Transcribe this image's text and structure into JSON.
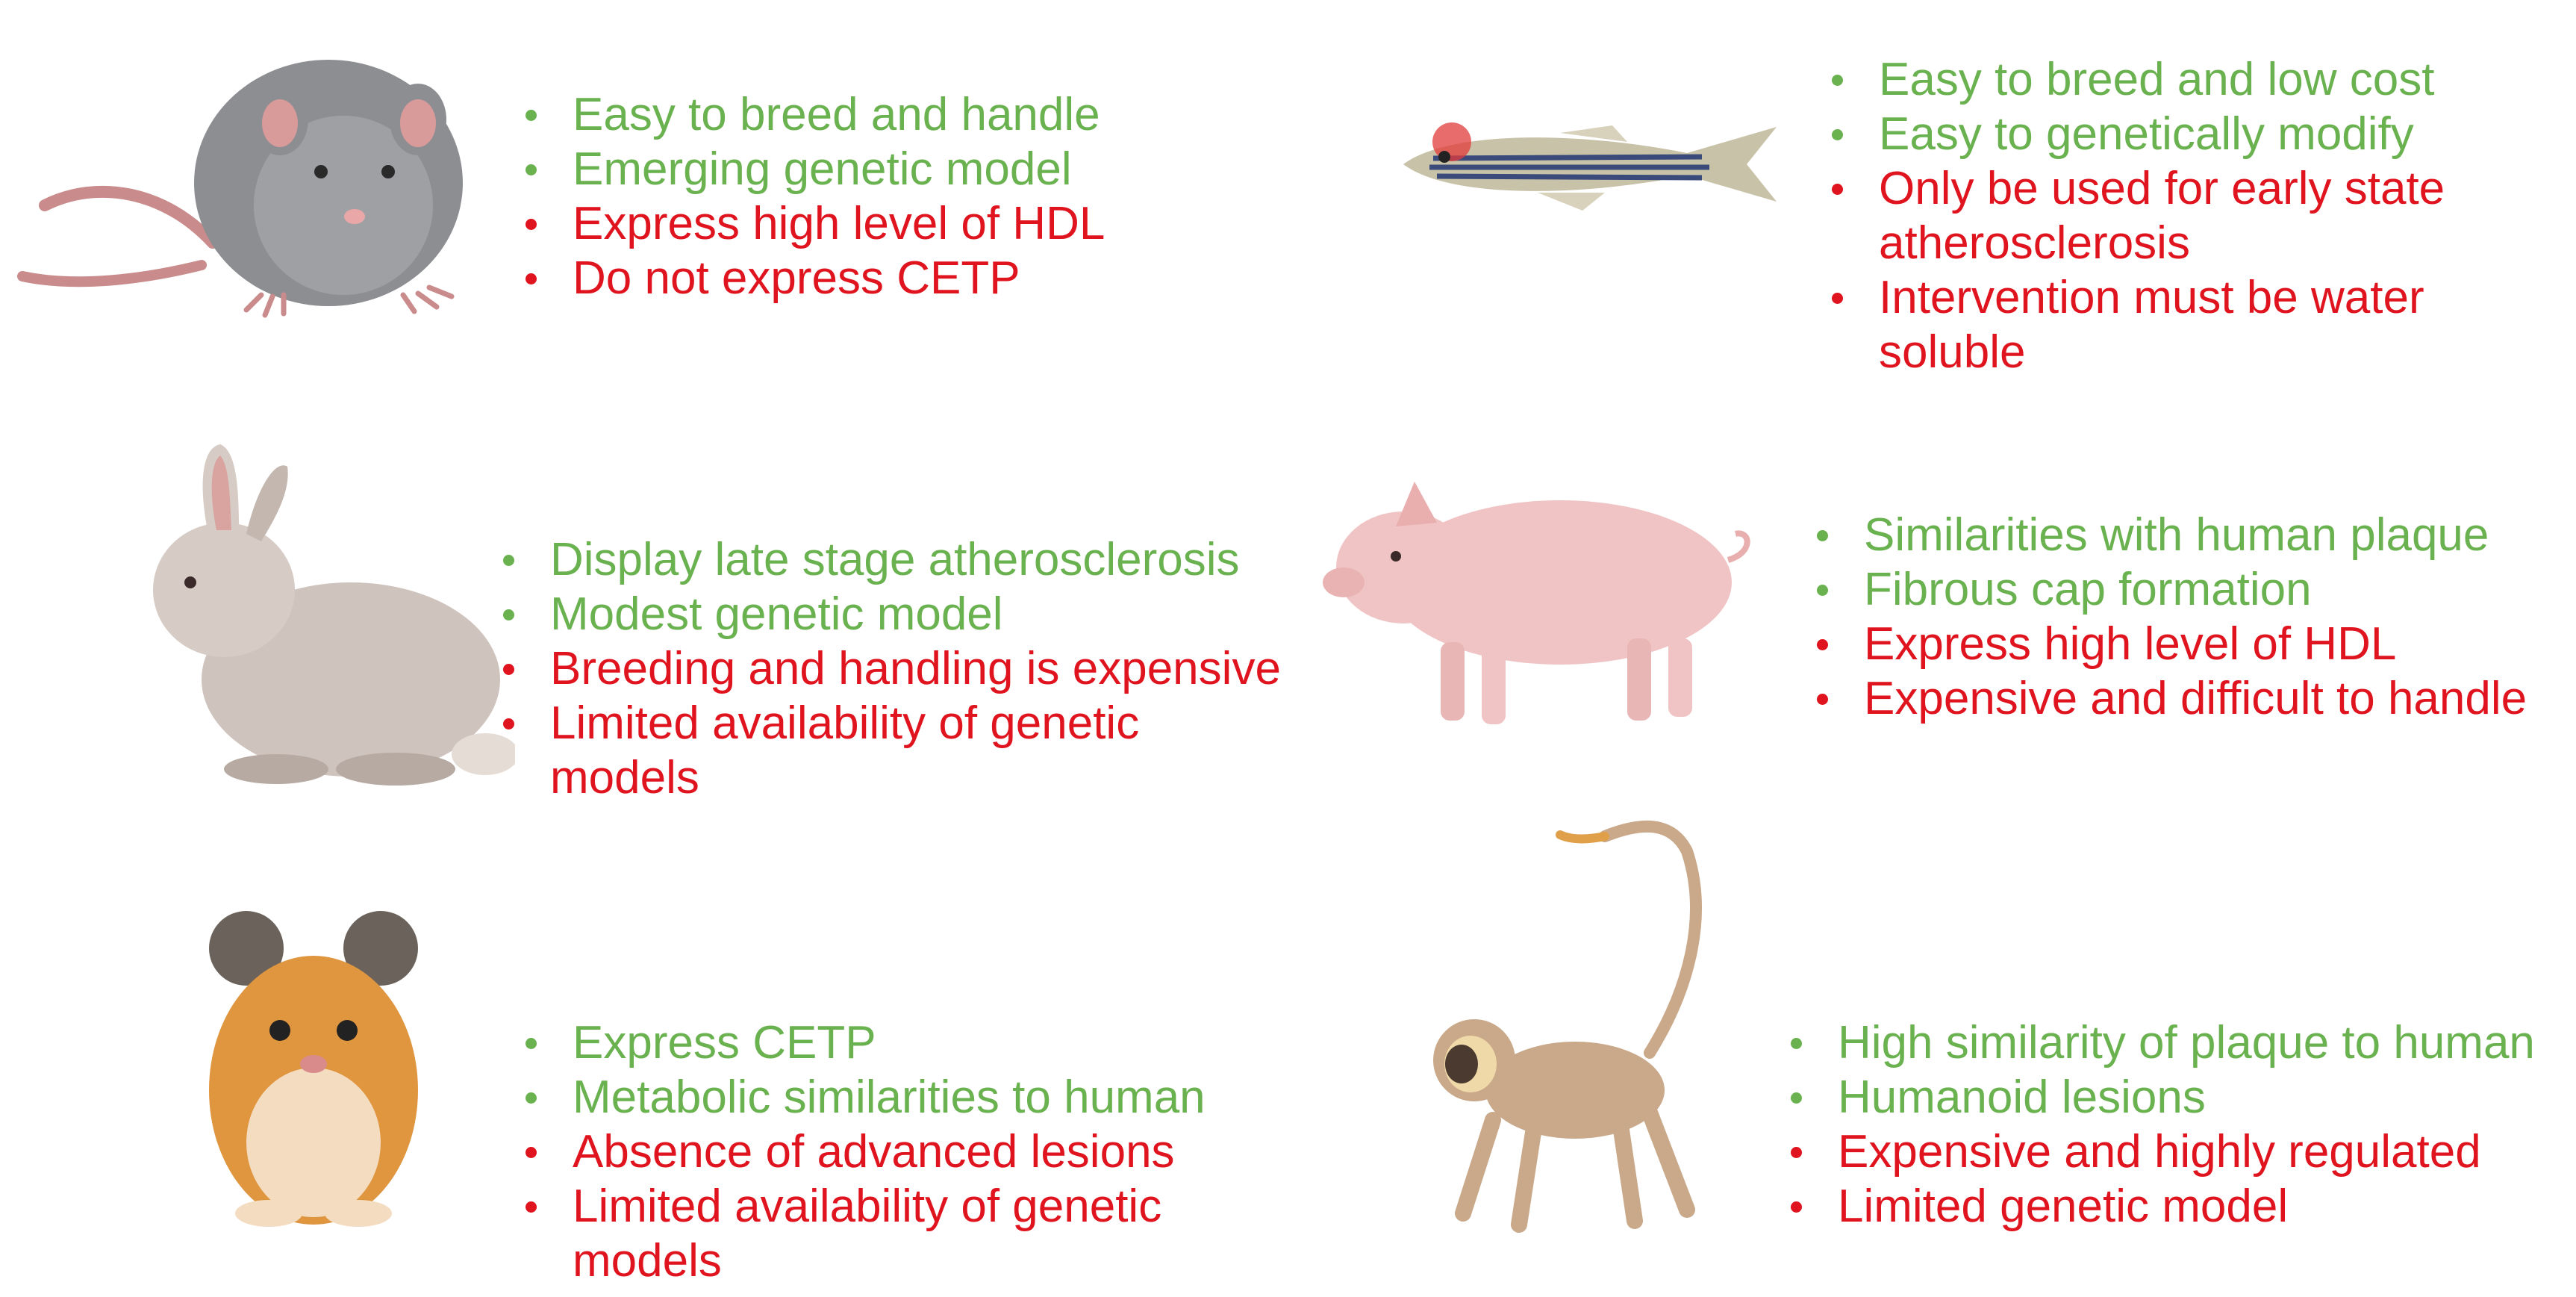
{
  "colors": {
    "pro": "#6ab24f",
    "con": "#e0141e"
  },
  "models": {
    "rat": {
      "icon": "rat-icon",
      "pros": [
        "Easy to breed and handle",
        "Emerging genetic model"
      ],
      "cons": [
        "Express high level of HDL",
        "Do not express CETP"
      ]
    },
    "zebrafish": {
      "icon": "zebrafish-icon",
      "pros": [
        "Easy to breed and low cost",
        "Easy to genetically modify"
      ],
      "cons": [
        "Only be used for early state",
        "atherosclerosis",
        "Intervention must be water",
        "soluble"
      ]
    },
    "rabbit": {
      "icon": "rabbit-icon",
      "pros": [
        "Display late stage atherosclerosis",
        "Modest genetic model"
      ],
      "cons": [
        "Breeding and handling is expensive",
        "Limited availability of genetic",
        "models"
      ]
    },
    "pig": {
      "icon": "pig-icon",
      "pros": [
        "Similarities with human plaque",
        "Fibrous cap formation"
      ],
      "cons": [
        "Express high level of HDL",
        "Expensive and difficult to handle"
      ]
    },
    "hamster": {
      "icon": "hamster-icon",
      "pros": [
        "Express CETP",
        "Metabolic similarities to human"
      ],
      "cons": [
        "Absence of advanced lesions",
        "Limited availability of genetic",
        "models"
      ]
    },
    "monkey": {
      "icon": "monkey-icon",
      "pros": [
        "High similarity of plaque to human",
        "Humanoid lesions"
      ],
      "cons": [
        "Expensive and highly regulated",
        "Limited genetic model"
      ]
    }
  }
}
